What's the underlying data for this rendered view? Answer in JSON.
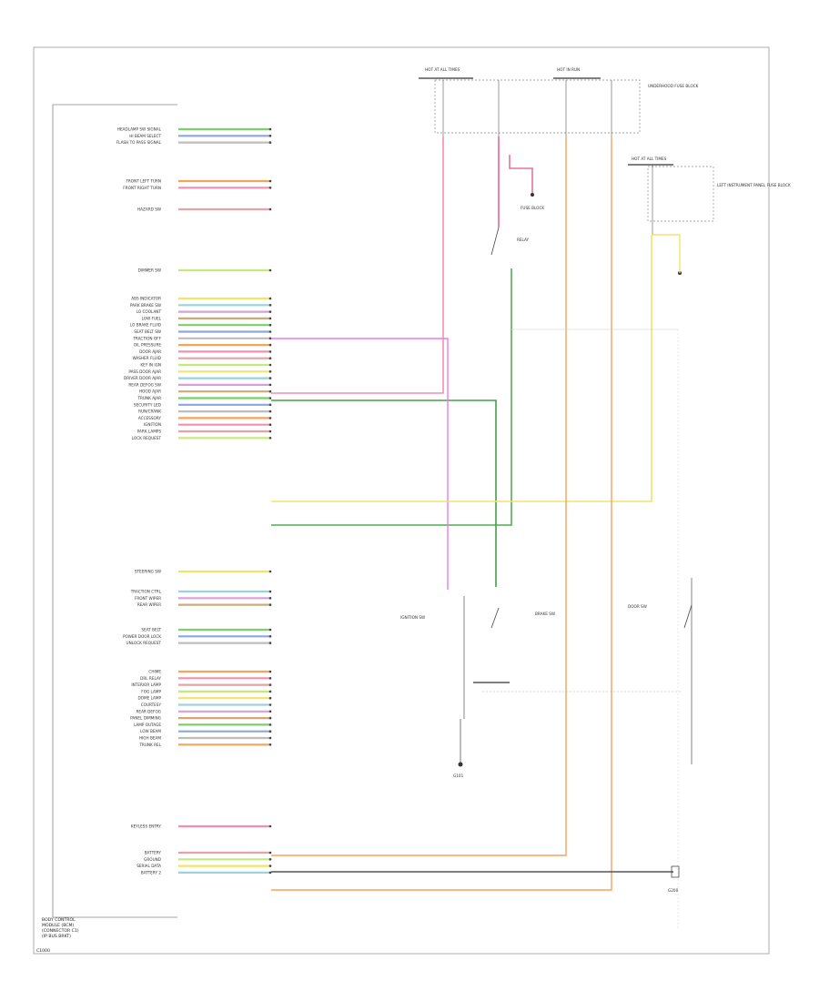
{
  "module": {
    "label": [
      "BODY CONTROL",
      "MODULE (BCM)",
      "(CONNECTOR C1)",
      "(IP BUS BRKT)"
    ],
    "footer": "C1000"
  },
  "left_groups": [
    [
      "HEADLAMP SW SIGNAL",
      "HI BEAM SELECT",
      "FLASH TO PASS SIGNAL"
    ],
    [
      "FRONT LEFT TURN",
      "FRONT RIGHT TURN"
    ],
    [
      "HAZARD SW"
    ],
    [
      "DIMMER SW"
    ],
    [
      "ABS INDICATOR",
      "PARK BRAKE SW",
      "LO COOLANT",
      "LOW FUEL",
      "LO BRAKE FLUID",
      "SEAT BELT SW",
      "TRACTION OFF",
      "OIL PRESSURE",
      "DOOR AJAR",
      "WASHER FLUID",
      "KEY IN IGN",
      "PASS DOOR AJAR",
      "DRIVER DOOR AJAR",
      "REAR DEFOG SW",
      "HOOD AJAR",
      "TRUNK AJAR",
      "SECURITY LED",
      "RUN/CRANK",
      "ACCESSORY",
      "IGNITION",
      "PARK LAMPS",
      "LOCK REQUEST"
    ],
    [
      "STEERING SW"
    ],
    [
      "TRACTION CTRL",
      "FRONT WIPER",
      "REAR WIPER"
    ],
    [
      "SEAT BELT",
      "POWER DOOR LOCK",
      "UNLOCK REQUEST"
    ],
    [
      "CHIME",
      "DRL RELAY",
      "INTERIOR LAMP",
      "FOG LAMP",
      "DOME LAMP",
      "COURTESY",
      "REAR DEFOG",
      "PANEL DIMMING",
      "LAMP OUTAGE",
      "LOW BEAM",
      "HIGH BEAM",
      "TRUNK REL"
    ],
    [
      "KEYLESS ENTRY"
    ],
    [
      "BATTERY",
      "GROUND",
      "SERIAL DATA",
      "BATTERY 2"
    ]
  ],
  "connector_top_labels": [
    "HOT AT ALL TIMES",
    "HOT IN RUN",
    "UNDERHOOD FUSE BLOCK"
  ],
  "right_top_labels": [
    "HOT AT ALL TIMES",
    "LEFT INSTRUMENT PANEL FUSE BLOCK"
  ],
  "switch_labels": [
    "RELAY",
    "FUSE BLOCK",
    "IGNITION SW",
    "BRAKE SW",
    "DOOR SW"
  ],
  "ground_labels": [
    "G101",
    "G200"
  ]
}
